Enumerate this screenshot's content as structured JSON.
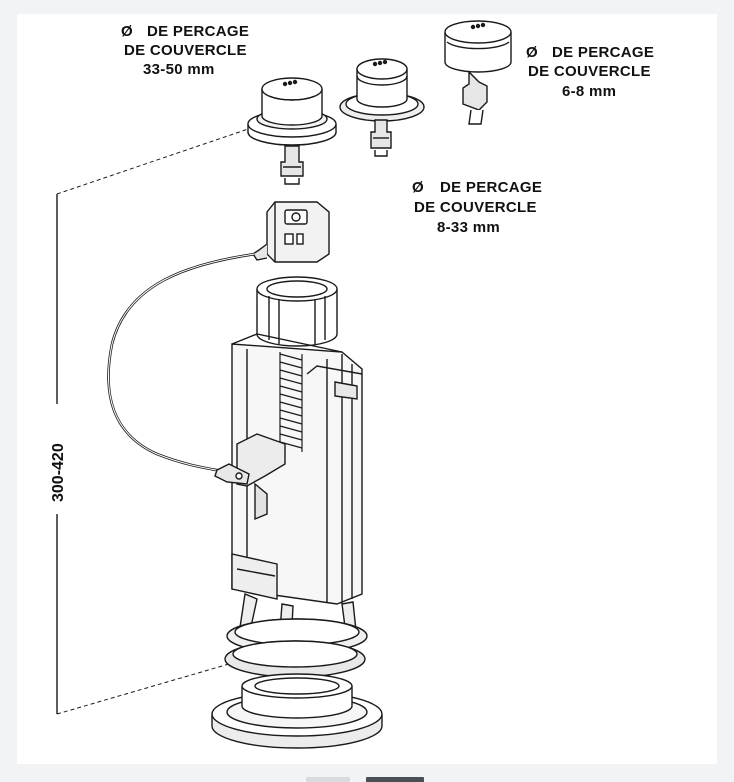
{
  "callouts": [
    {
      "id": "a",
      "symbol": "Ø",
      "line1": "DE PERCAGE",
      "line2": "DE COUVERCLE",
      "range": "33-50 mm"
    },
    {
      "id": "b",
      "symbol": "Ø",
      "line1": "DE PERCAGE",
      "line2": "DE COUVERCLE",
      "range": "6-8 mm"
    },
    {
      "id": "c",
      "symbol": "Ø",
      "line1": "DE PERCAGE",
      "line2": "DE COUVERCLE",
      "range": "8-33 mm"
    }
  ],
  "dimension": {
    "height_label": "300-420"
  },
  "colors": {
    "line": "#1a1a1a",
    "paper": "#ffffff",
    "background": "#f2f3f5"
  }
}
